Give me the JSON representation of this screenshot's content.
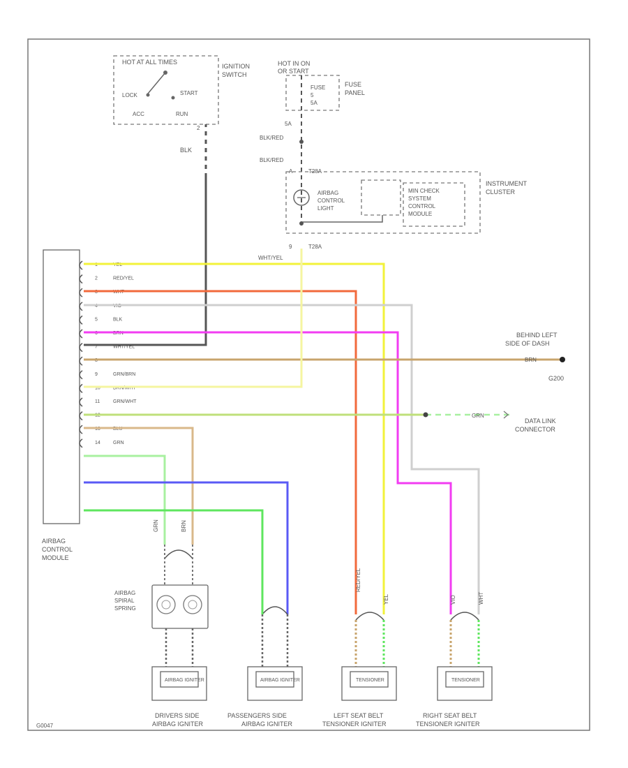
{
  "ignition": {
    "hot_label": "HOT AT ALL TIMES",
    "switch_label": [
      "IGNITION",
      "SWITCH"
    ],
    "lock": "LOCK",
    "acc": "ACC",
    "run": "RUN",
    "start": "START",
    "wire": "BLK"
  },
  "fuse": {
    "hot_label": [
      "HOT IN ON",
      "OR START"
    ],
    "fuse_label": [
      "FUSE",
      "5",
      "5A"
    ],
    "panel_label": [
      "FUSE",
      "PANEL"
    ],
    "pin": "5A"
  },
  "cluster": {
    "wire_top": "BLK/RED",
    "wire_mid": "BLK/RED",
    "pin_top": "A",
    "conn_top": "T28A",
    "light_label": [
      "AIRBAG",
      "CONTROL",
      "LIGHT"
    ],
    "module_label": [
      "MIN CHECK",
      "SYSTEM",
      "CONTROL",
      "MODULE"
    ],
    "cluster_label": [
      "INSTRUMENT",
      "CLUSTER"
    ],
    "pin_bottom": "9",
    "conn_bottom": "T28A",
    "wire_bottom": "WHT/YEL"
  },
  "module": {
    "label": [
      "AIRBAG",
      "CONTROL",
      "MODULE"
    ],
    "pins": [
      {
        "num": "1",
        "wire": "YEL"
      },
      {
        "num": "2",
        "wire": "RED/YEL"
      },
      {
        "num": "3",
        "wire": "WHT"
      },
      {
        "num": "4",
        "wire": "VIO"
      },
      {
        "num": "5",
        "wire": "BLK"
      },
      {
        "num": "6",
        "wire": "BRN"
      },
      {
        "num": "7",
        "wire": "WHT/YEL"
      },
      {
        "num": "8",
        "wire": ""
      },
      {
        "num": "9",
        "wire": "GRN/BRN"
      },
      {
        "num": "10",
        "wire": "BRN/WHT"
      },
      {
        "num": "11",
        "wire": "GRN/WHT"
      },
      {
        "num": "12",
        "wire": ""
      },
      {
        "num": "13",
        "wire": "BLU"
      },
      {
        "num": "14",
        "wire": "GRN"
      }
    ]
  },
  "ground": {
    "label": [
      "BEHIND LEFT",
      "SIDE OF DASH"
    ],
    "wire": "BRN",
    "id": "G200"
  },
  "dlc": {
    "wire": "GRN",
    "label": [
      "DATA LINK",
      "CONNECTOR"
    ]
  },
  "spring": {
    "label": [
      "AIRBAG",
      "SPIRAL",
      "SPRING"
    ],
    "wire_a": "GRN",
    "wire_b": "BRN"
  },
  "igniters": [
    {
      "id": "drv",
      "label": [
        "DRIVERS SIDE",
        "AIRBAG IGNITER"
      ],
      "inner": "AIRBAG IGNITER"
    },
    {
      "id": "pas",
      "label": [
        "PASSENGERS SIDE",
        "AIRBAG IGNITER"
      ],
      "inner": "AIRBAG IGNITER"
    },
    {
      "id": "lsb",
      "label": [
        "LEFT SEAT BELT",
        "TENSIONER IGNITER"
      ],
      "inner": "TENSIONER"
    },
    {
      "id": "rsb",
      "label": [
        "RIGHT SEAT BELT",
        "TENSIONER IGNITER"
      ],
      "inner": "TENSIONER"
    }
  ],
  "tags": {
    "lsb_a": "RED/YEL",
    "lsb_b": "YEL",
    "rsb_a": "VIO",
    "rsb_b": "WHT"
  },
  "colors": {
    "yel": "#f2f23a",
    "red": "#f26a3c",
    "wht": "#cfcfcf",
    "vio": "#f23cf2",
    "blk": "#555555",
    "brn": "#c8a46c",
    "whtyel": "#f5f5a0",
    "grnbrn": "#bfe07a",
    "brnwht": "#d9b88a",
    "grnwht": "#a8f0a0",
    "blu": "#5a5af5",
    "grn": "#5ee65e"
  },
  "figure_id": "G0047"
}
